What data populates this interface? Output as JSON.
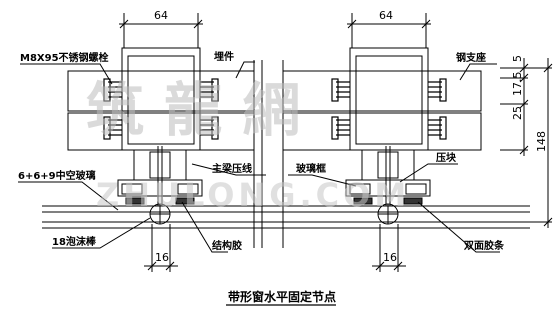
{
  "title": "带形窗水平固定节点",
  "dimensions": {
    "left_width": "64",
    "right_width": "64",
    "left_bottom": "16",
    "right_bottom": "16",
    "right_v_5": "5",
    "right_v_17_5": "17.5",
    "right_v_25": "25",
    "right_v_148": "148"
  },
  "labels": {
    "bolt": "M8X95不锈钢螺栓",
    "embed": "埋件",
    "steel_support": "钢支座",
    "main_beam_line": "主梁压线",
    "glass_frame": "玻璃框",
    "press_plate": "压块",
    "hollow_glass": "6+6+9中空玻璃",
    "foam_rod": "18泡沫棒",
    "structural_glue": "结构胶",
    "double_tape": "双面胶条"
  },
  "watermark": {
    "chinese": "筑 龍 網",
    "latin": "ZHULONG.COM"
  },
  "colors": {
    "line": "#000000",
    "hatch": "#333333"
  }
}
